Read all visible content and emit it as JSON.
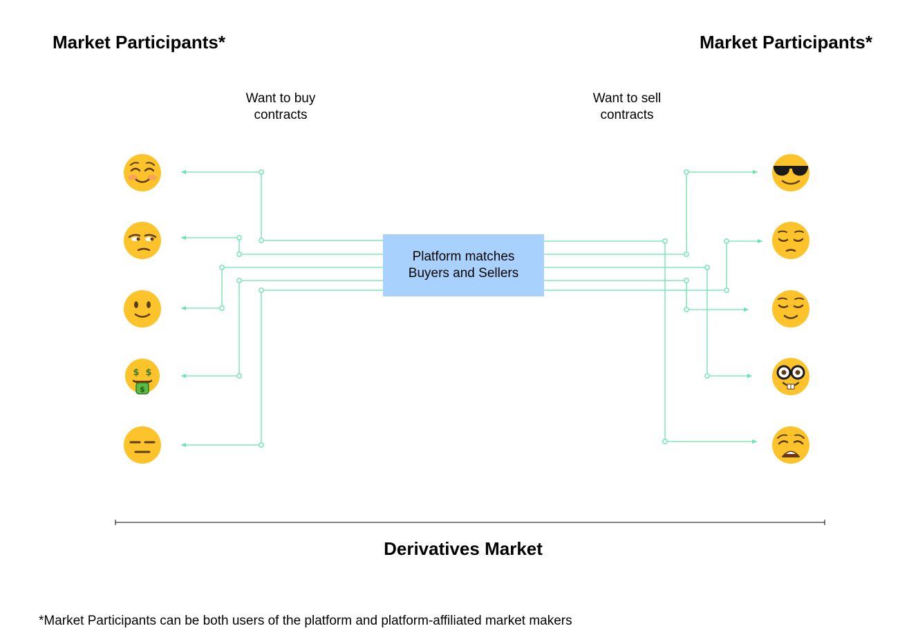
{
  "headings": {
    "left": "Market Participants*",
    "right": "Market Participants*"
  },
  "labels": {
    "buy_line1": "Want to buy",
    "buy_line2": "contracts",
    "sell_line1": "Want to sell",
    "sell_line2": "contracts"
  },
  "platform": {
    "line1": "Platform matches",
    "line2": "Buyers and Sellers"
  },
  "market_label": "Derivatives Market",
  "footnote": "*Market Participants can be both users of the platform and platform-affiliated market makers",
  "participants": {
    "buyers": [
      "smiling-face-with-closed-eyes",
      "unamused-face",
      "slightly-smiling-face",
      "money-mouth-face",
      "expressionless-face"
    ],
    "sellers": [
      "smiling-face-with-sunglasses",
      "pensive-face",
      "relieved-face",
      "nerd-face",
      "weary-face"
    ]
  },
  "colors": {
    "connector": "#67e5ad",
    "platform_fill": "#a8d2fd",
    "emoji_face": "#fdc32a"
  }
}
